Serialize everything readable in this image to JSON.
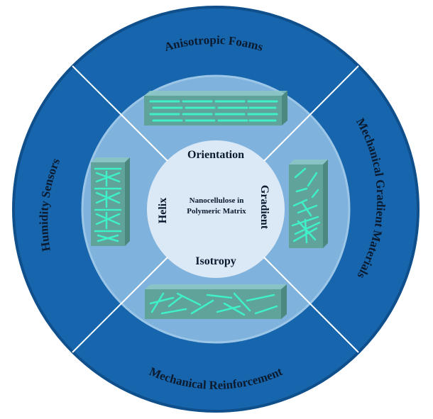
{
  "center": {
    "line1": "Nanocellulose in",
    "line2": "Polymeric Matrix"
  },
  "inner_labels": {
    "top": "Orientation",
    "right": "Gradient",
    "bottom": "Isotropy",
    "left": "Helix"
  },
  "outer_labels": {
    "top": "Anisotropic Foams",
    "right": "Mechanical Gradient Materials",
    "bottom": "Mechanical Reinforcement",
    "left": "Humidity Sensors"
  },
  "colors": {
    "outer_ring": "#1766ad",
    "outer_ring_edge": "#0f4f8c",
    "middle_ring": "#7fb2dc",
    "core": "#dbe9f6",
    "divider": "#ffffff",
    "block": "#5fa39a",
    "fiber": "#3ff0c8"
  },
  "icons": {
    "top": "aligned-fibers-block-icon",
    "right": "gradient-fibers-block-icon",
    "bottom": "random-fibers-block-icon",
    "left": "helical-fibers-block-icon"
  }
}
